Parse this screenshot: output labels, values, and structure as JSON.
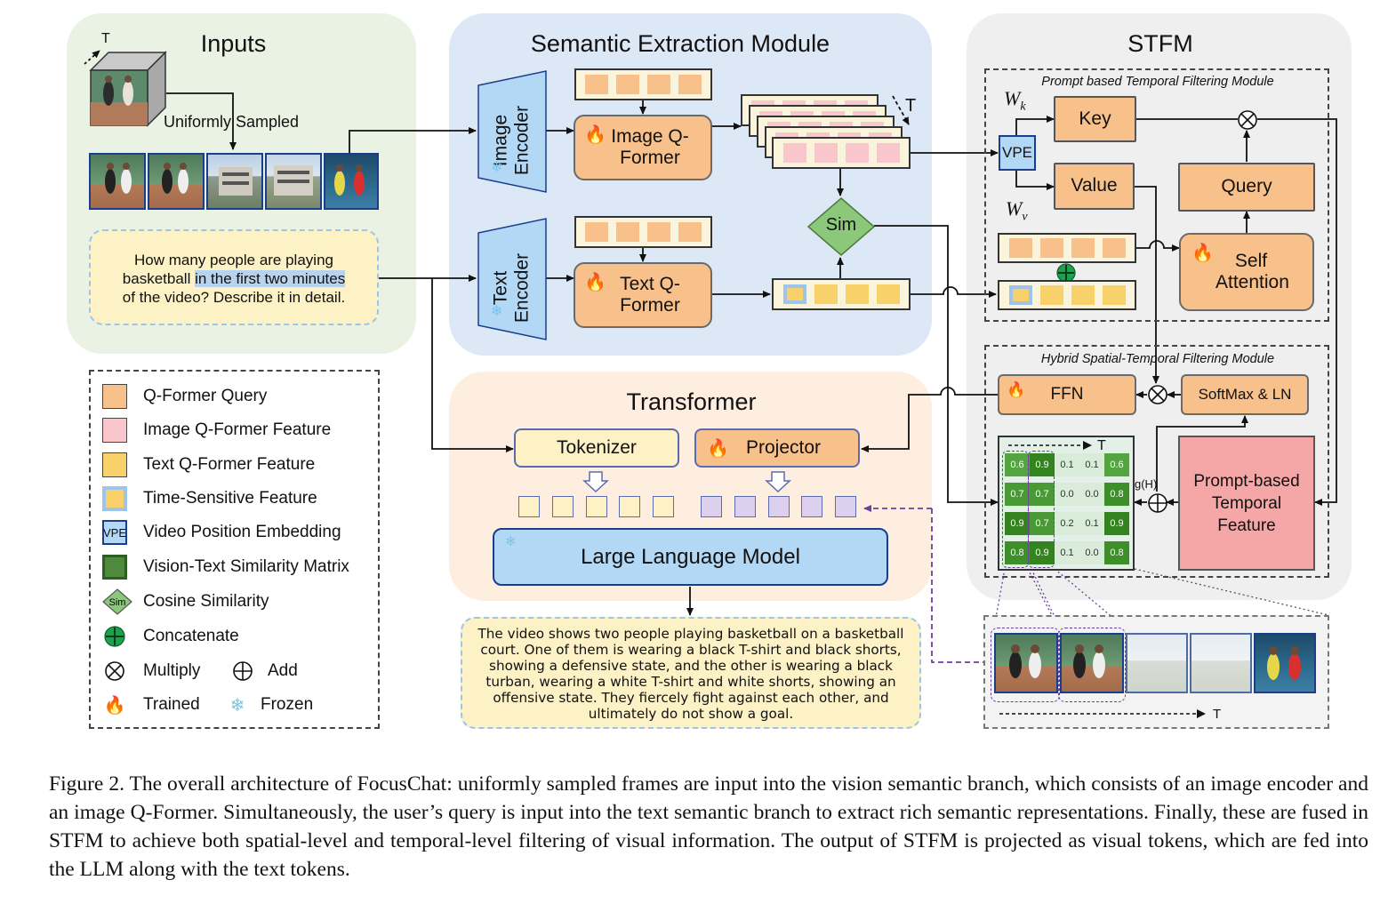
{
  "inputs": {
    "title": "Inputs",
    "time_label": "T",
    "sampled_label": "Uniformly Sampled",
    "query_plain_1": "How many people are playing",
    "query_plain_2": "basketball ",
    "query_highlight": "in the first two minutes",
    "query_plain_3": "of the video? Describe it in detail."
  },
  "sem": {
    "title": "Semantic Extraction Module",
    "image_encoder": "Image Encoder",
    "text_encoder": "Text Encoder",
    "image_qformer": "Image Q-Former",
    "text_qformer": "Text Q-Former",
    "sim": "Sim",
    "time_label": "T"
  },
  "stfm": {
    "title": "STFM",
    "ptfm_title": "Prompt based Temporal Filtering Module",
    "hstfm_title": "Hybrid Spatial-Temporal Filtering Module",
    "wk": "W",
    "wk_sub": "k",
    "wv": "W",
    "wv_sub": "v",
    "vpe": "VPE",
    "key": "Key",
    "value": "Value",
    "query": "Query",
    "self_attention": "Self Attention",
    "ffn": "FFN",
    "softmax": "SoftMax & LN",
    "gh": "g(H)",
    "ptf": "Prompt-based Temporal Feature",
    "matrix_t": "T",
    "matrix": [
      [
        "0.6",
        "0.9",
        "0.1",
        "0.1",
        "0.6"
      ],
      [
        "0.7",
        "0.7",
        "0.0",
        "0.0",
        "0.8"
      ],
      [
        "0.9",
        "0.7",
        "0.2",
        "0.1",
        "0.9"
      ],
      [
        "0.8",
        "0.9",
        "0.1",
        "0.0",
        "0.8"
      ]
    ],
    "frames_t": "T"
  },
  "transformer": {
    "title": "Transformer",
    "tokenizer": "Tokenizer",
    "projector": "Projector",
    "llm": "Large Language Model"
  },
  "answer": "The video shows two people playing basketball on a basketball court. One of them is wearing a black T-shirt and black shorts, showing a defensive state, and the other is wearing a black turban, wearing a white T-shirt and white shorts, showing an offensive state. They fiercely fight against each other, and ultimately do not show a goal.",
  "legend": {
    "qformer_query": "Q-Former Query",
    "image_feature": "Image Q-Former Feature",
    "text_feature": "Text Q-Former Feature",
    "time_sensitive": "Time-Sensitive Feature",
    "vpe_icon": "VPE",
    "vpe": "Video Position Embedding",
    "similarity_matrix": "Vision-Text Similarity Matrix",
    "sim_icon": "Sim",
    "cosine": "Cosine Similarity",
    "concatenate": "Concatenate",
    "multiply": "Multiply",
    "add": "Add",
    "trained": "Trained",
    "frozen": "Frozen"
  },
  "caption": "Figure 2. The overall architecture of FocusChat: uniformly sampled frames are input into the vision semantic branch, which consists of an image encoder and an image Q-Former. Simultaneously, the user’s query is input into the text semantic branch to extract rich semantic representations. Finally, these are fused in STFM to achieve both spatial-level and temporal-level filtering of visual information. The output of STFM is projected as visual tokens, which are fed into the LLM along with the text tokens.",
  "colors": {
    "inputs_bg": "#eaf2e4",
    "sem_bg": "#dde8f6",
    "transformer_bg": "#fdeee0",
    "stfm_bg": "#efefef",
    "orange": "#f8c08a",
    "pink": "#f9c6cc",
    "yellow": "#f8d16b",
    "blue": "#b3d8f5",
    "green": "#8cc87a",
    "red": "#f5a7a7"
  },
  "icons": [
    "fire-icon",
    "snowflake-icon",
    "multiply-icon",
    "add-icon",
    "concatenate-icon"
  ]
}
